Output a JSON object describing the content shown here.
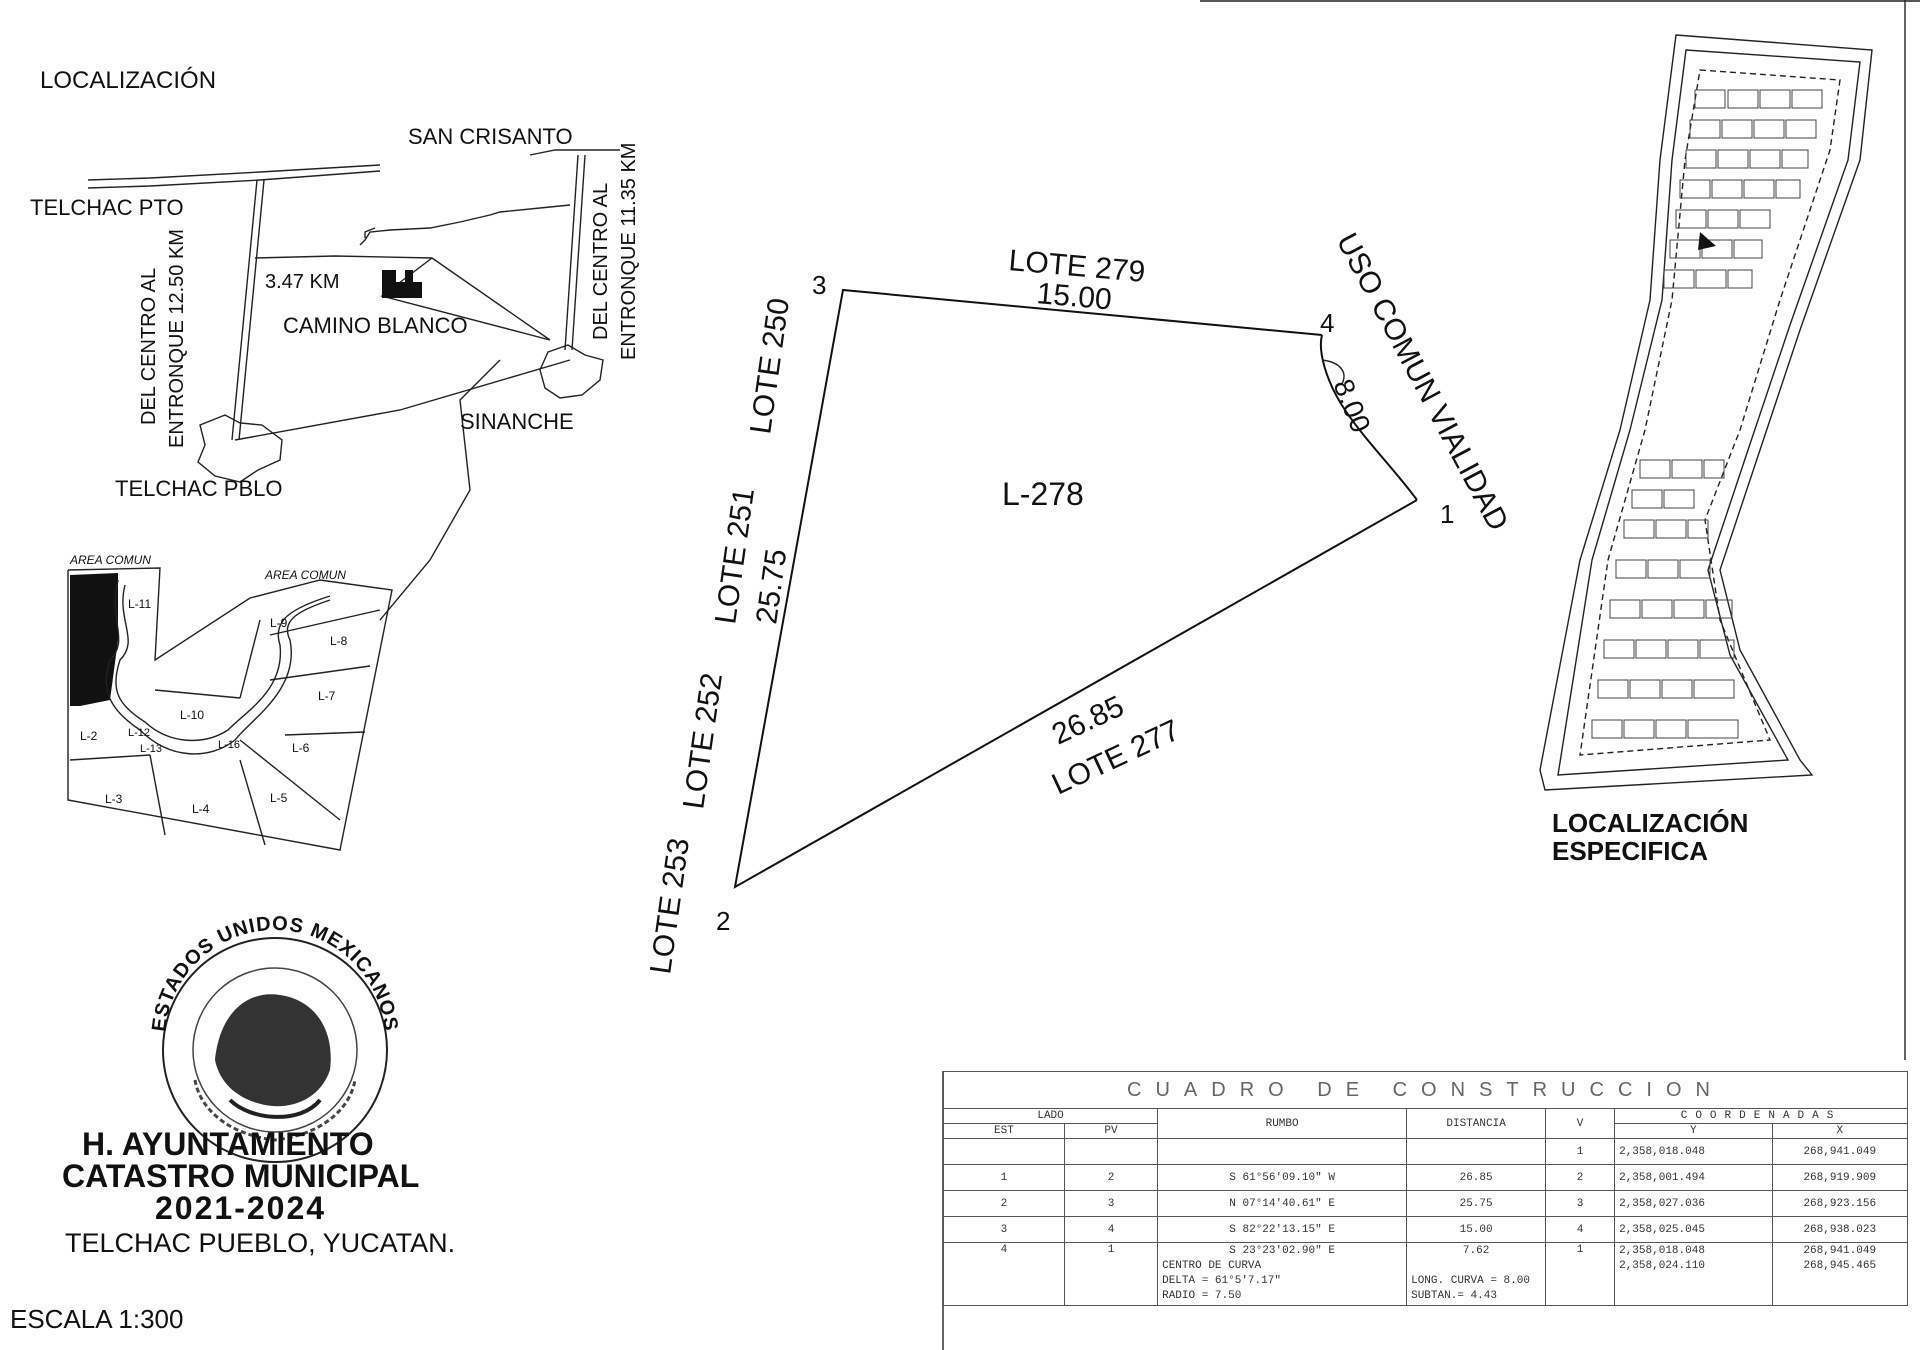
{
  "localizacion": {
    "title": "LOCALIZACIÓN",
    "places": {
      "telchac_pto": "TELCHAC PTO",
      "san_crisanto": "SAN CRISANTO",
      "camino_blanco": "CAMINO BLANCO",
      "sinanche": "SINANCHE",
      "telchac_pblo": "TELCHAC PBLO",
      "km_347": "3.47 KM"
    },
    "road_left": [
      "DEL CENTRO AL",
      "ENTRONQUE 12.50 KM"
    ],
    "road_right": [
      "DEL CENTRO AL",
      "ENTRONQUE 11.35 KM"
    ]
  },
  "lot_plan": {
    "area_comun_left": "AREA COMUN",
    "area_comun_right": "AREA COMUN",
    "lots": [
      "L-11",
      "L-10",
      "L-9",
      "L-8",
      "L-7",
      "L-6",
      "L-5",
      "L-4",
      "L-3",
      "L-2",
      "L-12",
      "L-13",
      "L-16"
    ]
  },
  "polygon": {
    "lot_name": "L-278",
    "vertices": [
      "1",
      "2",
      "3",
      "4"
    ],
    "neighbors": {
      "top": "LOTE 279",
      "right": "USO COMUN VIALIDAD",
      "bottom": "LOTE 277",
      "left_1": "LOTE 250",
      "left_2": "LOTE 251",
      "left_3": "LOTE 252",
      "left_4": "LOTE 253"
    },
    "distances": {
      "side_3_4": "15.00",
      "side_4_1": "8.00",
      "side_1_2": "26.85",
      "side_2_3": "25.75"
    }
  },
  "specific": {
    "title_1": "LOCALIZACIÓN",
    "title_2": "ESPECIFICA"
  },
  "authority": {
    "seal_text": "ESTADOS UNIDOS MEXICANOS",
    "line1": "H. AYUNTAMIENTO",
    "line2": "CATASTRO MUNICIPAL",
    "line3": "2021-2024",
    "line4": "TELCHAC PUEBLO, YUCATAN."
  },
  "scale": "ESCALA 1:300",
  "construction_table": {
    "title": "CUADRO DE CONSTRUCCION",
    "headers": {
      "lado": "LADO",
      "est": "EST",
      "pv": "PV",
      "rumbo": "RUMBO",
      "distancia": "DISTANCIA",
      "v": "V",
      "coordenadas": "COORDENADAS",
      "y": "Y",
      "x": "X"
    },
    "first_row": {
      "v": "1",
      "y": "2,358,018.048",
      "x": "268,941.049"
    },
    "rows": [
      {
        "est": "1",
        "pv": "2",
        "rumbo": "S 61°56'09.10\" W",
        "dist": "26.85",
        "v": "2",
        "y": "2,358,001.494",
        "x": "268,919.909"
      },
      {
        "est": "2",
        "pv": "3",
        "rumbo": "N 07°14'40.61\" E",
        "dist": "25.75",
        "v": "3",
        "y": "2,358,027.036",
        "x": "268,923.156"
      },
      {
        "est": "3",
        "pv": "4",
        "rumbo": "S 82°22'13.15\" E",
        "dist": "15.00",
        "v": "4",
        "y": "2,358,025.045",
        "x": "268,938.023"
      }
    ],
    "curve_row": {
      "est": "4",
      "pv": "1",
      "rumbo": "S 23°23'02.90\" E",
      "dist": "7.62",
      "v": "1",
      "y": "2,358,018.048",
      "x": "268,941.049",
      "centro": "CENTRO DE CURVA",
      "centro_y": "2,358,024.110",
      "centro_x": "268,945.465",
      "delta": "DELTA = 61°5'7.17\"",
      "radio": "RADIO = 7.50",
      "long_curva": "LONG. CURVA = 8.00",
      "subtan": "SUBTAN.= 4.43"
    }
  }
}
